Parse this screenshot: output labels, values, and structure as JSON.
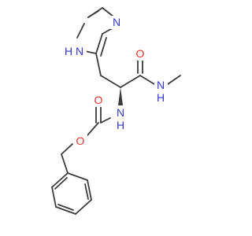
{
  "atom_labels": {
    "imidazole_nh": "H",
    "imidazole_n1": "N",
    "imidazole_n3": "N",
    "amide_o": "O",
    "amide_nh": "H",
    "amide_n": "N",
    "carbamate_nh": "H",
    "carbamate_n": "N",
    "carbonyl_o": "O",
    "ester_o": "O"
  },
  "colors": {
    "bond": "#3b3b3b",
    "nitrogen": "#3535c8",
    "oxygen": "#e0362f",
    "background": "#ffffff"
  }
}
